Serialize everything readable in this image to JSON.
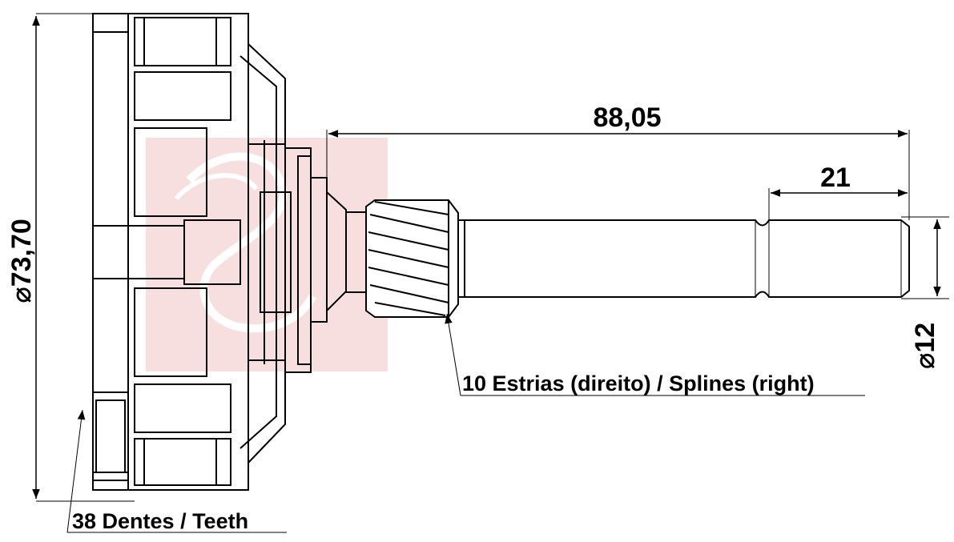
{
  "dimensions": {
    "overall_diameter": "⌀73,70",
    "shaft_length": "88,05",
    "end_length": "21",
    "shaft_diameter": "⌀12"
  },
  "notes": {
    "splines": "10 Estrias (direito) / Splines (right)",
    "teeth": "38 Dentes / Teeth"
  },
  "colors": {
    "line": "#000000",
    "watermark": "#e9a3a3"
  }
}
